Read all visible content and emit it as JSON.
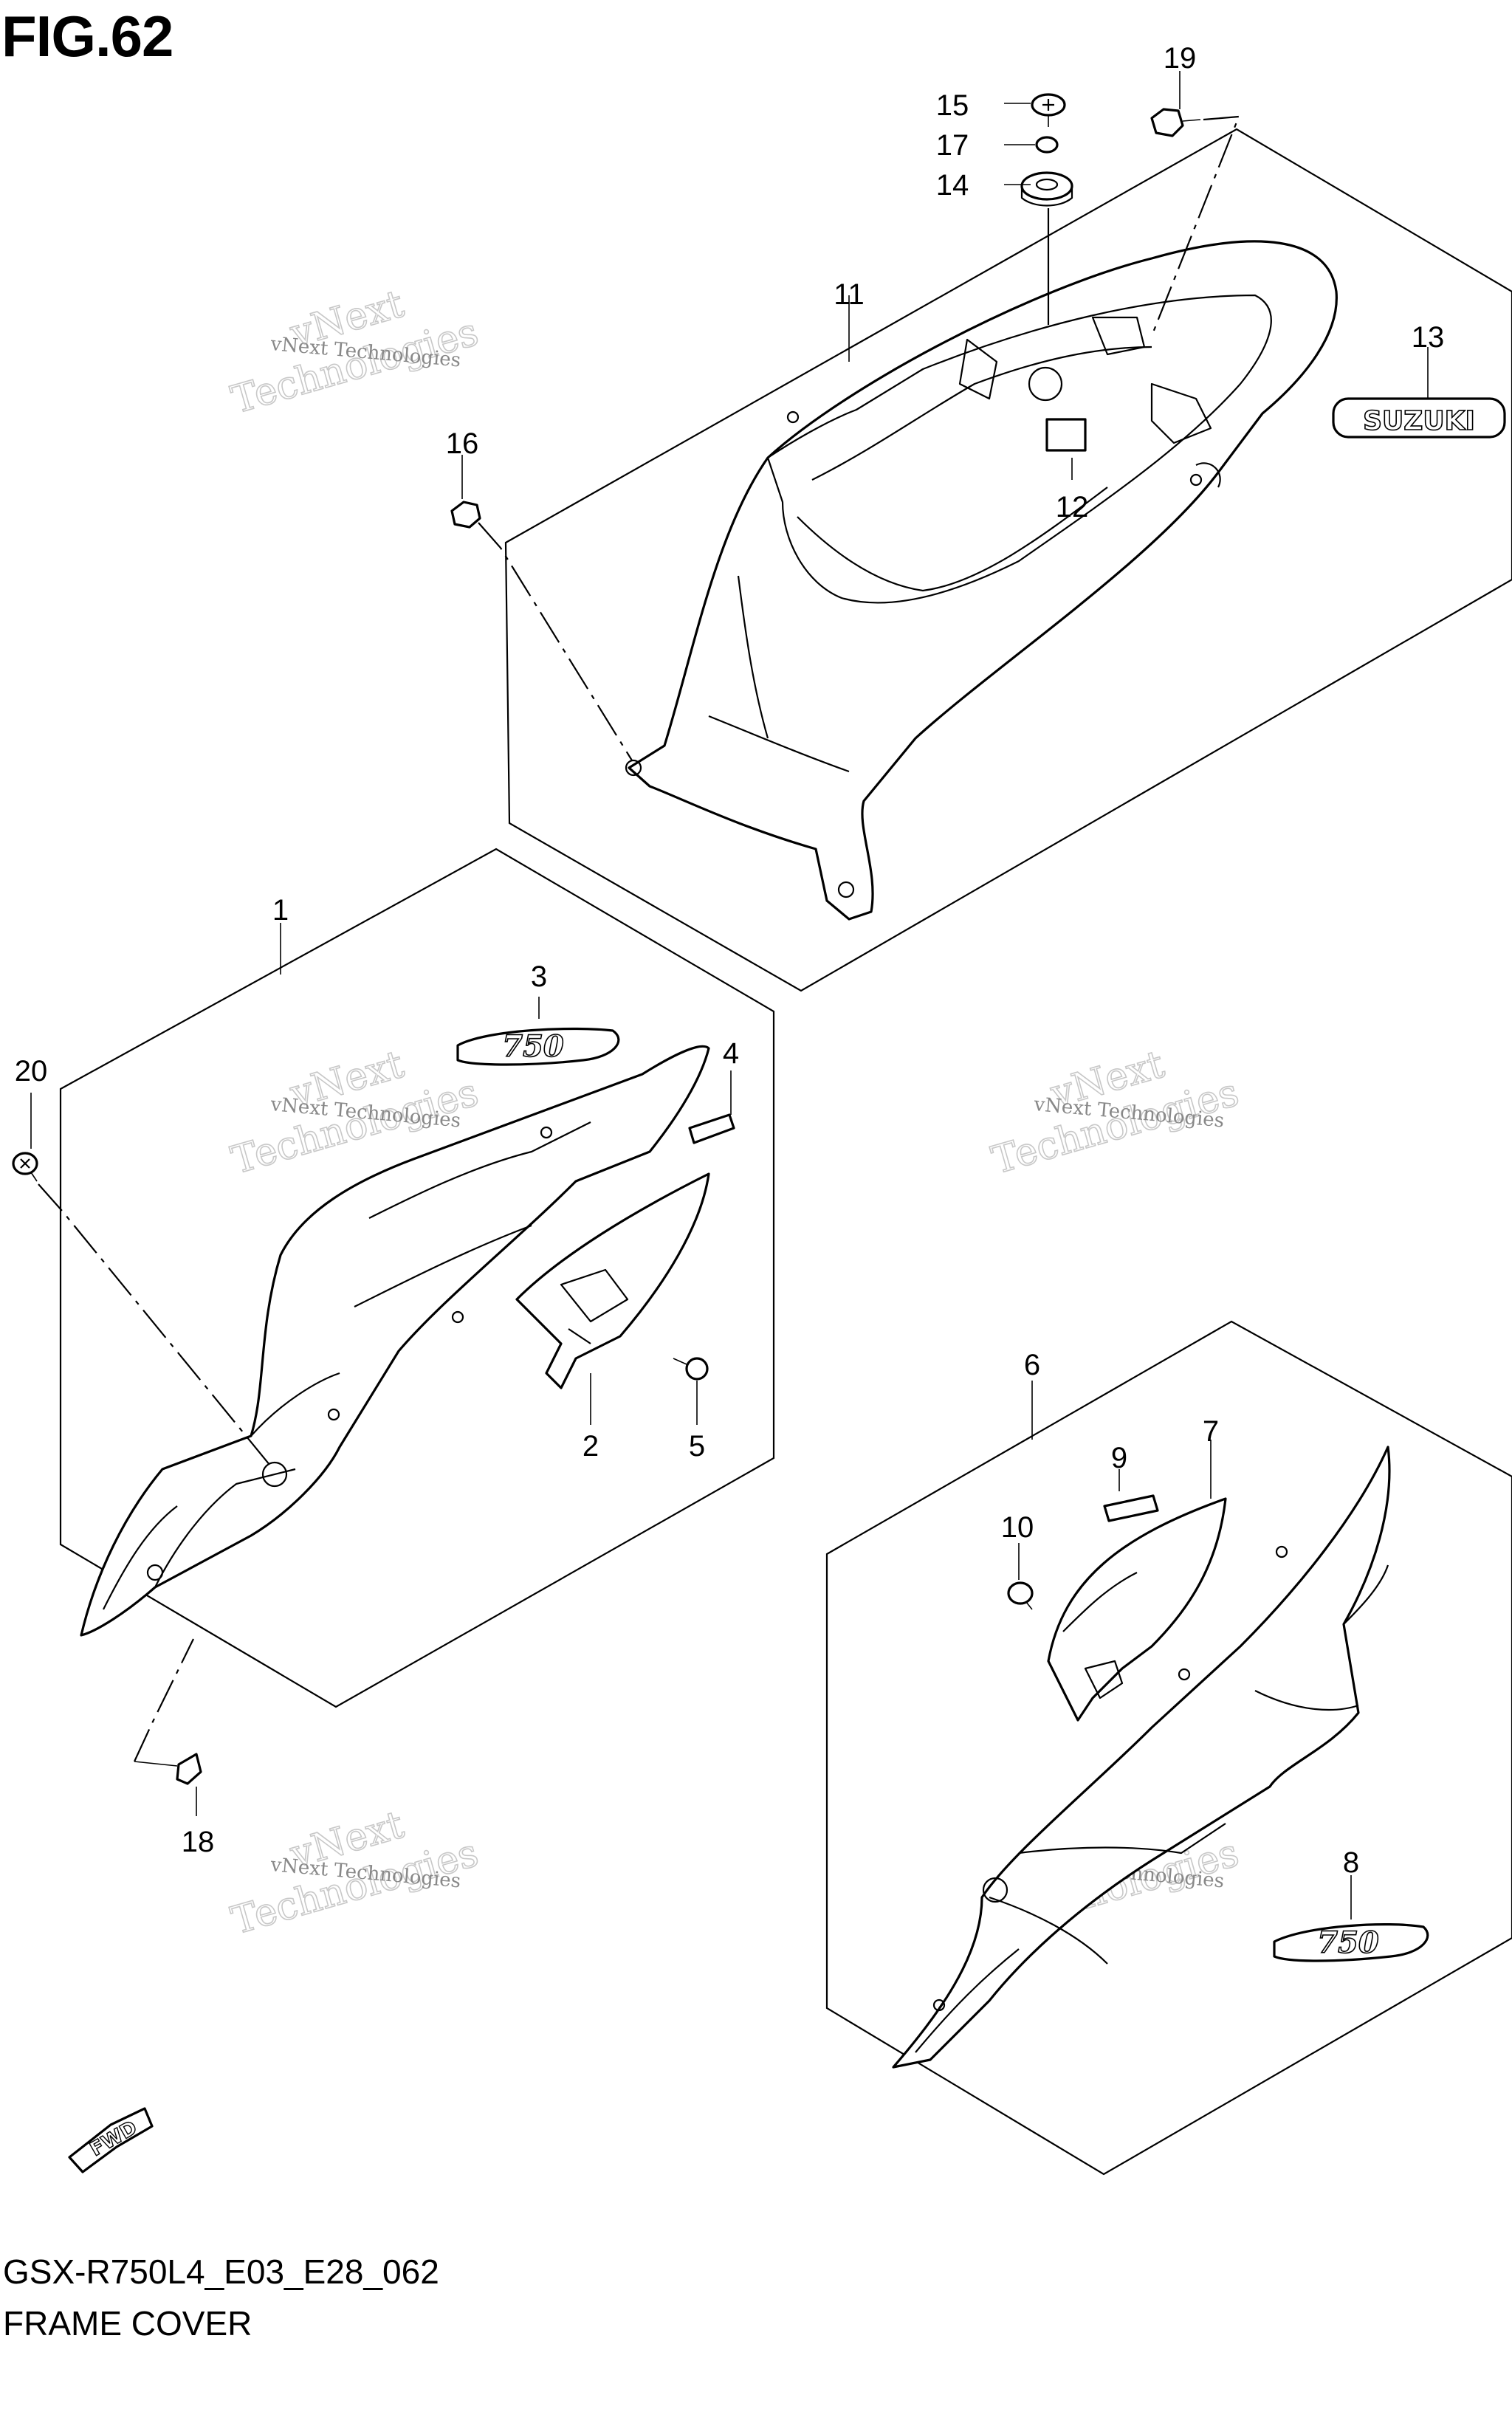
{
  "figure": {
    "title": "FIG.62",
    "code": "GSX-R750L4_E03_E28_062",
    "name": "FRAME COVER"
  },
  "callouts": [
    "1",
    "2",
    "3",
    "4",
    "5",
    "6",
    "7",
    "8",
    "9",
    "10",
    "11",
    "12",
    "13",
    "14",
    "15",
    "16",
    "17",
    "18",
    "19",
    "20"
  ],
  "watermark": {
    "line1": "vNext Technologies",
    "line2a": "vNext",
    "line2b": "Technologies"
  },
  "badges": {
    "decal_750": "750",
    "suzuki": "SUZUKI",
    "fwd": "FWD"
  }
}
